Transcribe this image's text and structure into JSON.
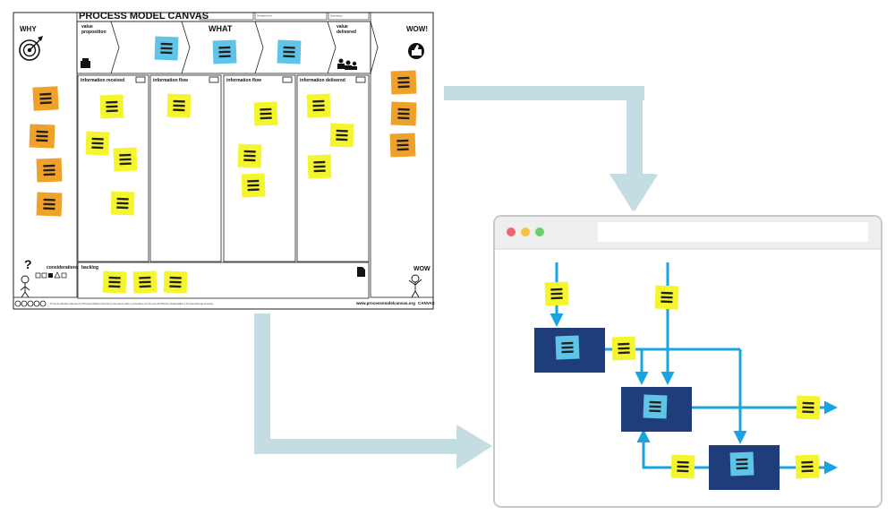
{
  "canvas": {
    "title": "PROCESS MODEL CANVAS",
    "header_fields": [
      "Date",
      "Designed for",
      "Distributor"
    ],
    "why_label": "WHY",
    "what_label": "WHAT",
    "wow_label": "WOW!",
    "value_proposition": [
      "value",
      "proposition"
    ],
    "value_delivered": [
      "value",
      "delivered"
    ],
    "columns": [
      "information received",
      "information flow",
      "information flow",
      "information delivered"
    ],
    "backlog_label": "backlog",
    "considerations_label": "considerations",
    "website": "www.processmodelcanvas.org",
    "brand": "CANVAS",
    "license_text": "Process Model Canvas by Process Model Canvas is licensed under a Creative Commons Attribution-ShareAlike 4.0 International License"
  },
  "browser": {
    "dots": [
      "#f06470",
      "#f5c242",
      "#6ccf6a"
    ]
  },
  "colors": {
    "sticky_yellow": "#f5f52e",
    "sticky_orange": "#f0a12a",
    "sticky_blue": "#5fc4e8",
    "process_box": "#1f3d7a",
    "flow_line": "#1aa3df",
    "big_arrow": "#c4dde2",
    "browser_frame": "#c9c9c9",
    "browser_bar": "#eeeeee"
  },
  "icons": [
    "target-icon",
    "gift-icon",
    "people-icon",
    "thumbs-up-icon",
    "question-mark-icon",
    "stick-figure-icon",
    "document-icon",
    "note-icon"
  ]
}
